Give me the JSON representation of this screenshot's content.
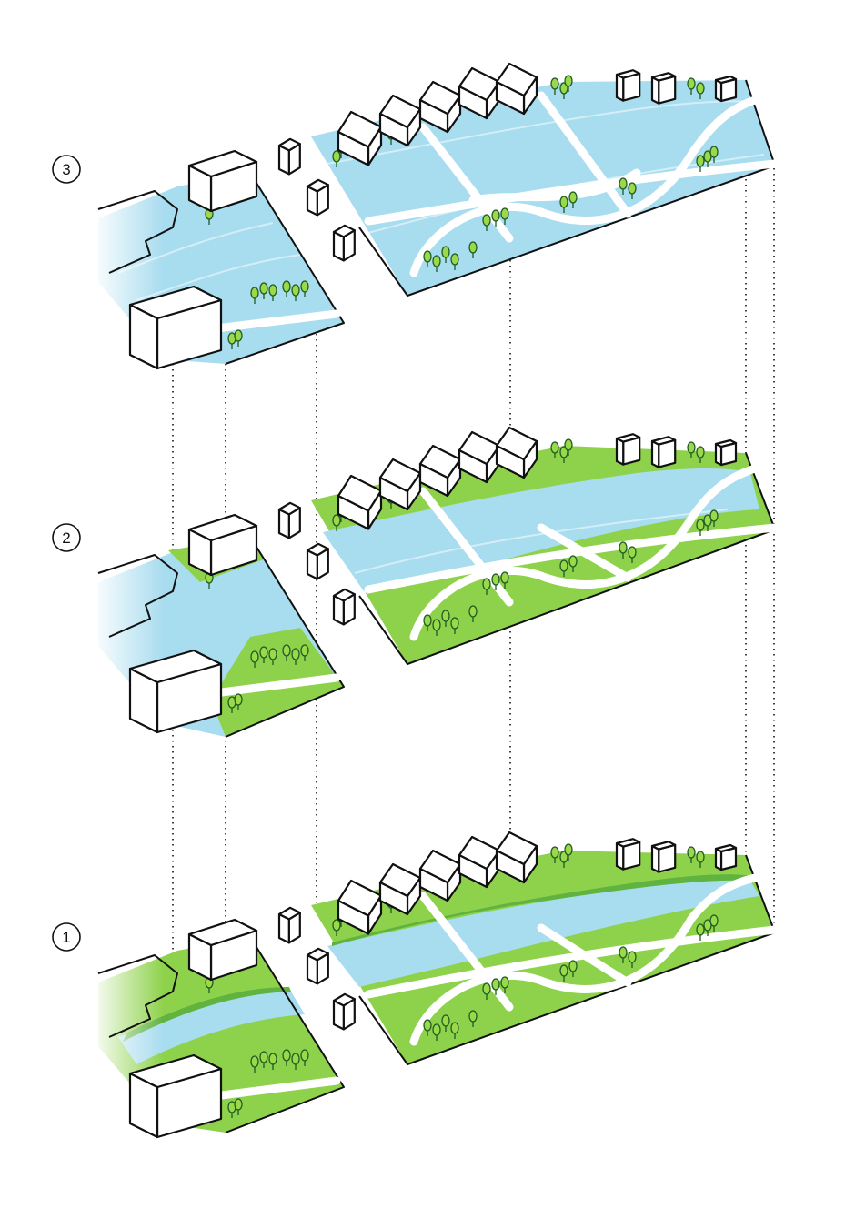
{
  "diagram": {
    "type": "layered isometric landscape diagram",
    "stages": [
      {
        "label": "3",
        "state": "flooded"
      },
      {
        "label": "2",
        "state": "partially flooded"
      },
      {
        "label": "1",
        "state": "normal"
      }
    ]
  },
  "colors": {
    "water": "#a8dcef",
    "water_dark": "#7fc7df",
    "green": "#8ed24b",
    "green_dark": "#5fb33e",
    "tree": "#9bd94a",
    "tree_outline": "#1e5b22",
    "ink": "#111111"
  }
}
